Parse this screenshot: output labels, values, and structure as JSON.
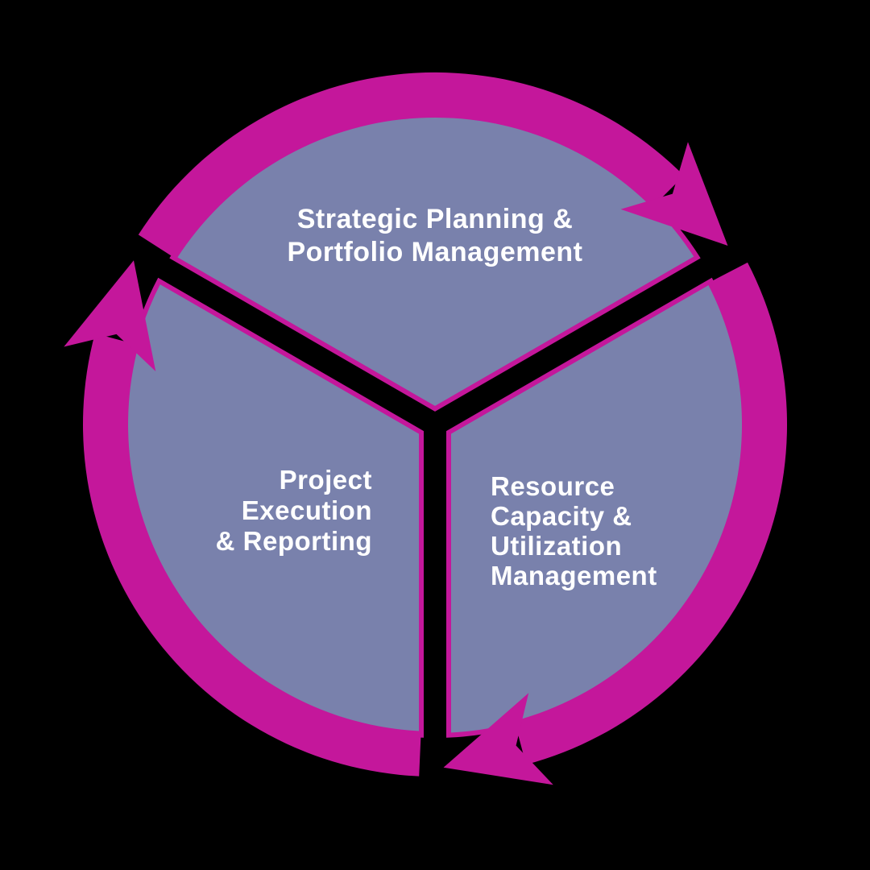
{
  "diagram": {
    "type": "cycle",
    "direction": "clockwise",
    "colors": {
      "background": "#000000",
      "segment_fill": "#7981AC",
      "arrow": "#C4179B",
      "text": "#FFFFFF"
    },
    "segments": [
      {
        "id": "strategic-planning",
        "position": "top",
        "label": "Strategic Planning & Portfolio Management",
        "lines": [
          "Strategic Planning &",
          "Portfolio Management"
        ]
      },
      {
        "id": "project-execution",
        "position": "bottom-left",
        "label": "Project Execution & Reporting",
        "lines": [
          "Project",
          "Execution",
          "& Reporting"
        ]
      },
      {
        "id": "resource-capacity",
        "position": "bottom-right",
        "label": "Resource Capacity & Utilization Management",
        "lines": [
          "Resource",
          "Capacity &",
          "Utilization",
          "Management"
        ]
      }
    ]
  }
}
